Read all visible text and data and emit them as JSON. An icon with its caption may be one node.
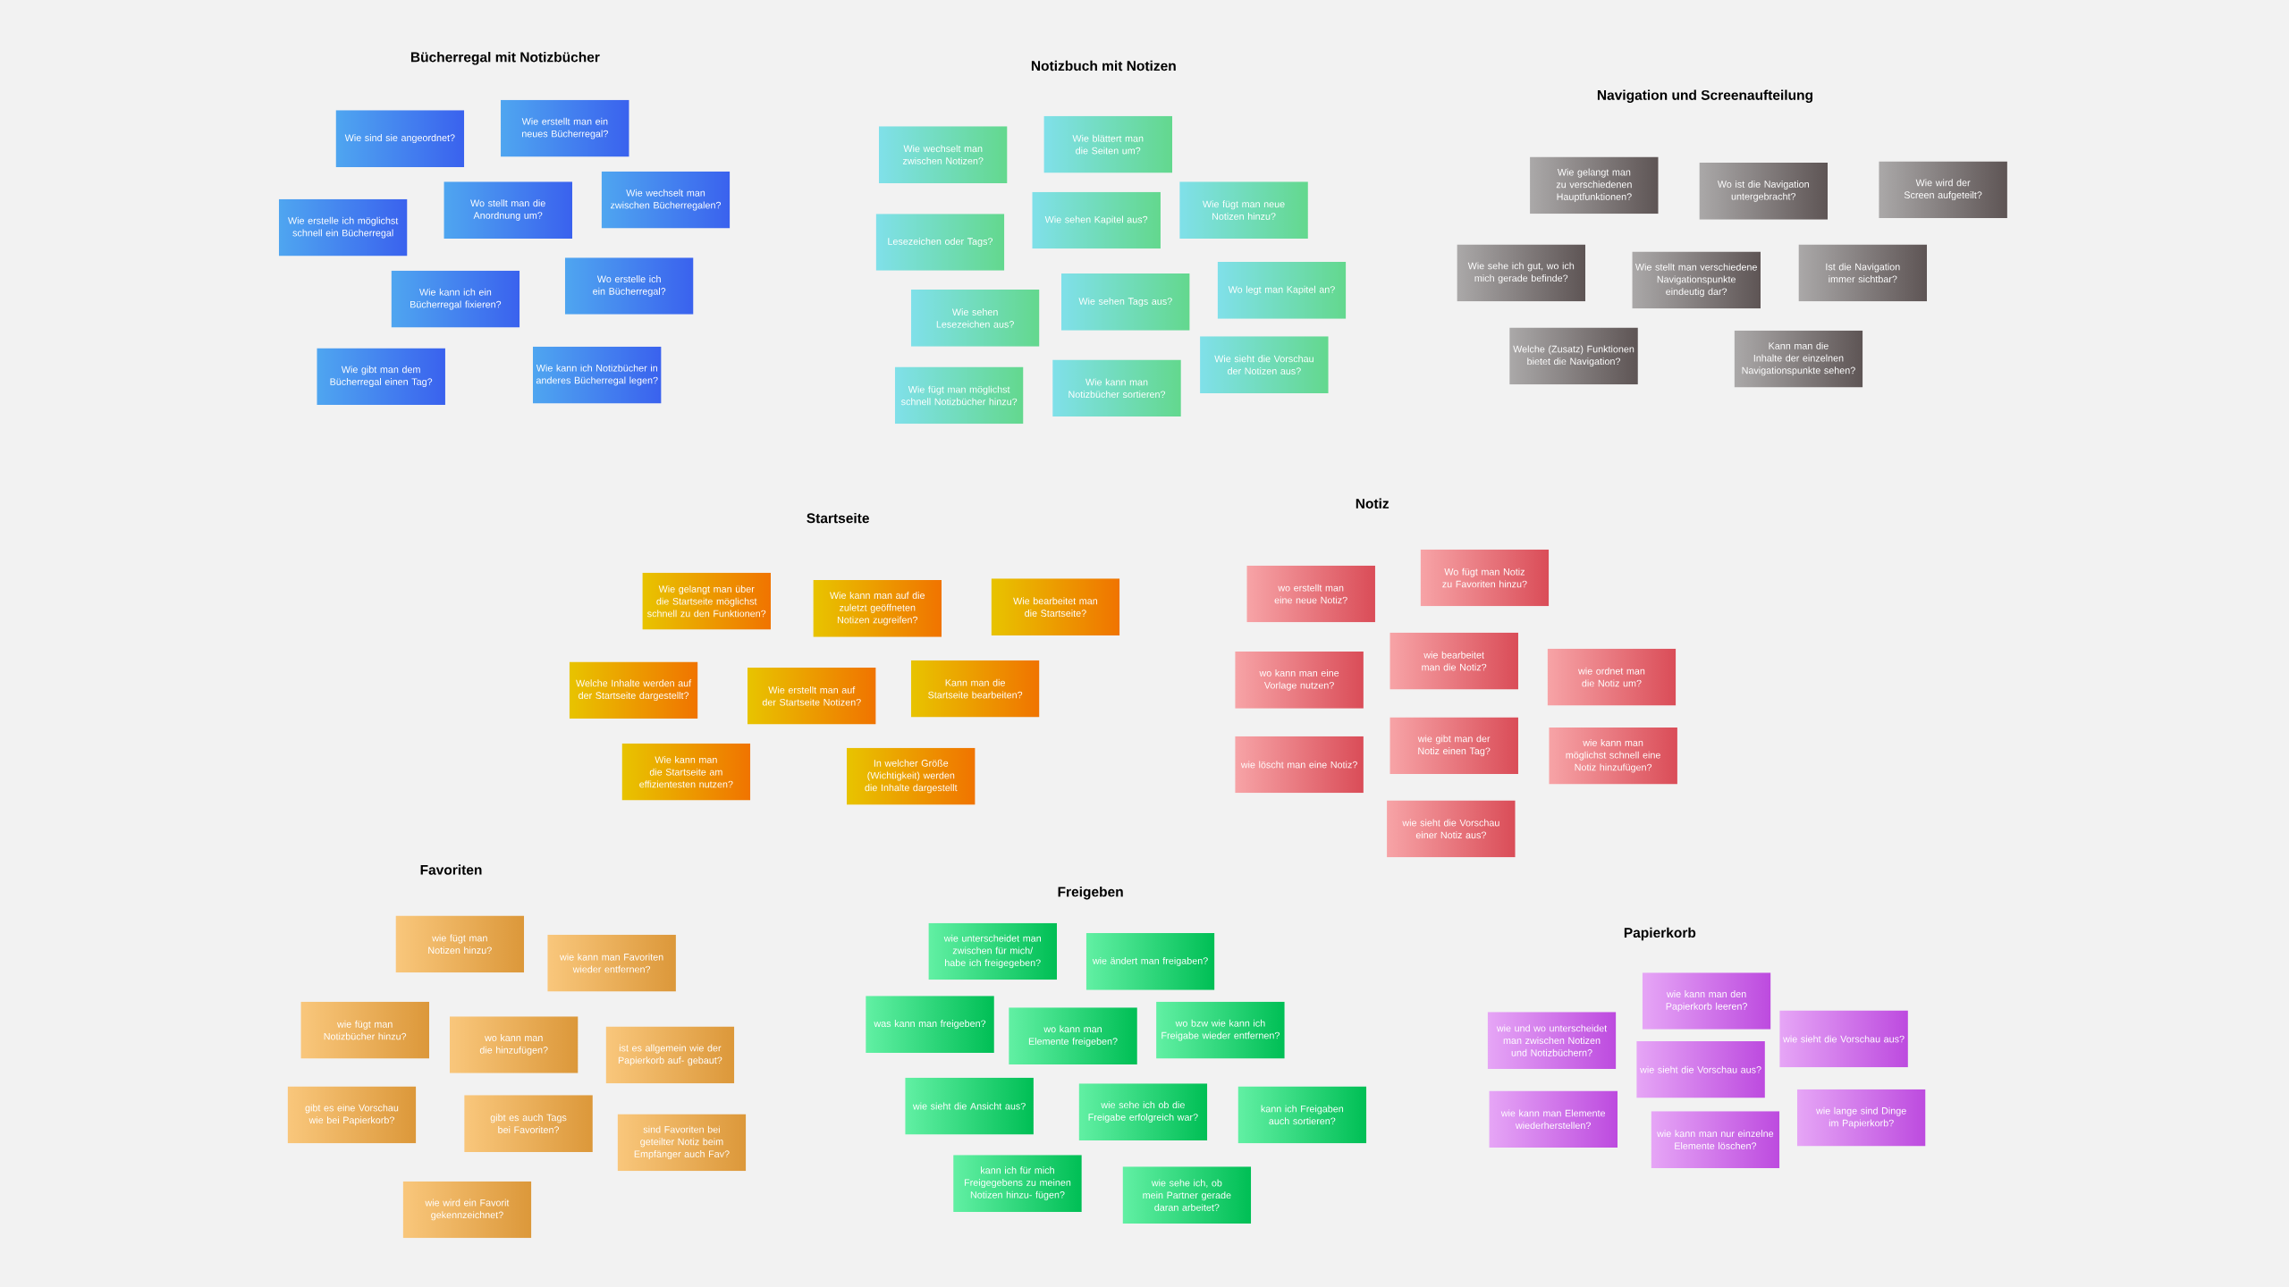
{
  "diagram": {
    "nodes": [
      {
        "text": [
          "Wie sind sie angeordnet?"
        ]
      },
      {
        "text": [
          "Wie erstellt man ein neues Bücherregal?"
        ]
      },
      {
        "text": [
          "Wie erstelle ich möglichst schnell ein Bücherregal"
        ]
      },
      {
        "text": [
          "Wo stellt man die Anordnung um?"
        ]
      },
      {
        "text": [
          "Wie wechselt man zwischen Bücherregalen?"
        ]
      },
      {
        "text": [
          "Wie kann ich ein Bücherregal fixieren?"
        ]
      },
      {
        "text": [
          "Wo erstelle ich ein Bücherregal?"
        ]
      },
      {
        "text": [
          "Wie gibt man dem Bücherregal einen Tag?"
        ]
      },
      {
        "text": [
          "Wie kann ich Notizbücher in anderes Bücherregal legen?"
        ]
      },
      {
        "text": [
          "Wie wechselt man zwischen Notizen?"
        ]
      },
      {
        "text": [
          "Wie blättert man die Seiten um?"
        ]
      },
      {
        "text": [
          "Lesezeichen oder Tags?"
        ]
      },
      {
        "text": [
          "Wie sehen Kapitel aus?"
        ]
      },
      {
        "text": [
          "Wie fügt man neue Notizen hinzu?"
        ]
      },
      {
        "text": [
          "Wie sehen Lesezeichen aus?"
        ]
      },
      {
        "text": [
          "Wie sehen Tags aus?"
        ]
      },
      {
        "text": [
          "Wo legt man Kapitel an?"
        ]
      },
      {
        "text": [
          "Wie fügt man möglichst schnell Notizbücher hinzu?"
        ]
      },
      {
        "text": [
          "Wie kann man Notizbücher sortieren?"
        ]
      },
      {
        "text": [
          "Wie sieht die Vorschau der Notizen aus?"
        ]
      },
      {
        "text": [
          "Wie gelangt man zu verschiedenen Hauptfunktionen?"
        ]
      },
      {
        "text": [
          "Wo ist die Navigation untergebracht?"
        ]
      },
      {
        "text": [
          "Wie wird der Screen aufgeteilt?"
        ]
      },
      {
        "text": [
          "Wie sehe ich gut, wo ich mich gerade befinde?"
        ]
      },
      {
        "text": [
          "Wie stellt man verschiedene Navigationspunkte eindeutig dar?"
        ]
      },
      {
        "text": [
          "Ist die Navigation immer sichtbar?"
        ]
      },
      {
        "text": [
          "Welche (Zusatz) Funktionen bietet die Navigation?"
        ]
      },
      {
        "text": [
          "Kann man die Inhalte der einzelnen Navigationspunkte sehen?"
        ]
      },
      {
        "text": [
          "Wie gelangt man über die Startseite möglichst schnell zu den Funktionen?"
        ]
      },
      {
        "text": [
          "Wie kann man auf die zuletzt geöffneten Notizen zugreifen?"
        ]
      },
      {
        "text": [
          "Wie bearbeitet man die Startseite?"
        ]
      },
      {
        "text": [
          "Welche Inhalte werden auf der Startseite dargestellt?"
        ]
      },
      {
        "text": [
          "Wie erstellt man auf der Startseite Notizen?"
        ]
      },
      {
        "text": [
          "Kann man die Startseite bearbeiten?"
        ]
      },
      {
        "text": [
          "Wie kann man die Startseite am effizientesten nutzen?"
        ]
      },
      {
        "text": [
          "In welcher Größe (Wichtigkeit) werden die Inhalte dargestellt"
        ]
      },
      {
        "text": [
          "wo erstellt man eine neue Notiz?"
        ]
      },
      {
        "text": [
          "Wo fügt man Notiz zu Favoriten hinzu?"
        ]
      },
      {
        "text": [
          "wo kann man eine Vorlage nutzen?"
        ]
      },
      {
        "text": [
          "wie bearbeitet man die Notiz?"
        ]
      },
      {
        "text": [
          "wie ordnet man die Notiz um?"
        ]
      },
      {
        "text": [
          "wie löscht man eine Notiz?"
        ]
      },
      {
        "text": [
          "wie gibt man der Notiz einen Tag?"
        ]
      },
      {
        "text": [
          "wie kann man möglichst schnell eine Notiz hinzufügen?"
        ]
      },
      {
        "text": [
          "wie sieht die Vorschau einer Notiz aus?"
        ]
      },
      {
        "text": [
          "wie fügt man Notizen hinzu?"
        ]
      },
      {
        "text": [
          "wie kann man Favoriten wieder entfernen?"
        ]
      },
      {
        "text": [
          "wie fügt man Notizbücher hinzu?"
        ]
      },
      {
        "text": [
          "wo kann man die hinzufügen?"
        ]
      },
      {
        "text": [
          "ist es allgemein wie der Papierkorb auf- gebaut?"
        ]
      },
      {
        "text": [
          "gibt es eine Vorschau wie bei Papierkorb?"
        ]
      },
      {
        "text": [
          "gibt es auch Tags bei Favoriten?"
        ]
      },
      {
        "text": [
          "sind Favoriten bei geteilter Notiz beim Empfänger auch Fav?"
        ]
      },
      {
        "text": [
          "wie wird ein Favorit gekennzeichnet?"
        ]
      },
      {
        "text": [
          "wie unterscheidet man zwischen für mich/ habe ich freigegeben?"
        ]
      },
      {
        "text": [
          "wie ändert man freigaben?"
        ]
      },
      {
        "text": [
          "was kann man freigeben?"
        ]
      },
      {
        "text": [
          "wo kann man Elemente freigeben?"
        ]
      },
      {
        "text": [
          "wo bzw wie kann ich Freigabe wieder entfernen?"
        ]
      },
      {
        "text": [
          "wie sieht die Ansicht aus?"
        ]
      },
      {
        "text": [
          "wie sehe ich ob die Freigabe erfolgreich war?"
        ]
      },
      {
        "text": [
          "kann ich Freigaben auch sortieren?"
        ]
      },
      {
        "text": [
          "kann ich für mich Freigegebens zu meinen Notizen hinzu- fügen?"
        ]
      },
      {
        "text": [
          "wie sehe ich, ob mein Partner gerade daran arbeitet?"
        ]
      },
      {
        "text": [
          "wie und wo unterscheidet man zwischen Notizen und Notizbüchern?"
        ]
      },
      {
        "text": [
          "wie kann man den Papierkorb leeren?"
        ]
      },
      {
        "text": [
          "wie sieht die Vorschau aus?"
        ]
      },
      {
        "text": [
          "wie sieht die Vorschau aus?"
        ]
      },
      {
        "text": [
          "wie kann man Elemente wiederherstellen?"
        ]
      },
      {
        "text": [
          "wie kann man nur einzelne Elemente löschen?"
        ]
      },
      {
        "text": [
          "wie lange sind Dinge im Papierkorb?"
        ]
      }
    ],
    "labels": [
      "Bücherregal mit Notizbücher",
      "Notizbuch mit Notizen",
      "Navigation und Screenaufteilung",
      "Startseite",
      "Notiz",
      "Favoriten",
      "Freigeben",
      "Papierkorb"
    ]
  }
}
